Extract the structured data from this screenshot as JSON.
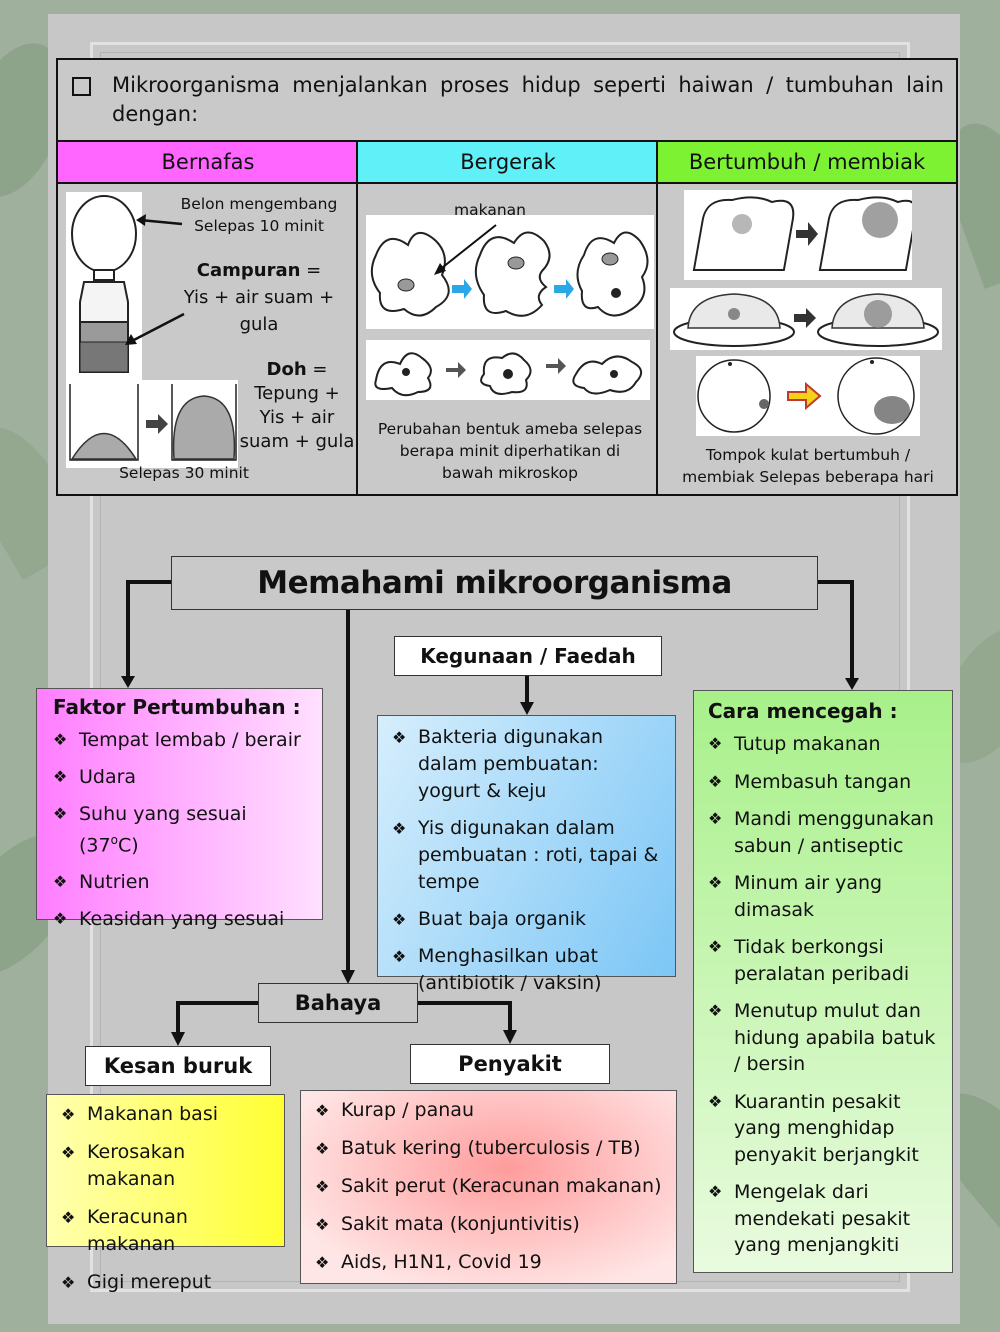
{
  "intro": {
    "text": "Mikroorganisma menjalankan proses hidup seperti haiwan / tumbuhan lain dengan:"
  },
  "columns": {
    "bernafas": {
      "header": "Bernafas",
      "color": "#ff66ff",
      "balloon_caption": "Belon mengembang\nSelepas 10 minit",
      "mixture_label": "Campuran",
      "mixture_text": "Yis + air suam +\ngula",
      "dough_label": "Doh",
      "dough_text": "Tepung +\nYis + air\nsuam + gula",
      "dough_caption": "Selepas 30 minit"
    },
    "bergerak": {
      "header": "Bergerak",
      "color": "#5ff0f8",
      "food_label": "makanan",
      "caption": "Perubahan bentuk ameba selepas\nberapa minit diperhatikan di\nbawah mikroskop"
    },
    "bertumbuh": {
      "header": "Bertumbuh / membiak",
      "color": "#7df232",
      "caption": "Tompok kulat bertumbuh /\nmembiak Selepas beberapa hari"
    }
  },
  "map": {
    "title": "Memahami mikroorganisma",
    "kegunaan": {
      "title": "Kegunaan / Faedah",
      "items": [
        "Bakteria digunakan dalam pembuatan: yogurt & keju",
        "Yis digunakan dalam pembuatan : roti, tapai & tempe",
        "Buat baja organik",
        "Menghasilkan ubat (antibiotik / vaksin)"
      ]
    },
    "faktor": {
      "title": "Faktor Pertumbuhan :",
      "items": [
        "Tempat lembab / berair",
        "Udara",
        "Suhu yang sesuai (37",
        "Nutrien",
        "Keasidan yang sesuai"
      ],
      "degree_o": "o",
      "degree_c": "C)"
    },
    "cara": {
      "title": "Cara mencegah :",
      "items": [
        "Tutup makanan",
        "Membasuh tangan",
        "Mandi menggunakan sabun / antiseptic",
        "Minum air yang dimasak",
        "Tidak berkongsi peralatan peribadi",
        "Menutup mulut dan hidung apabila batuk / bersin",
        "Kuarantin pesakit yang menghidap penyakit berjangkit",
        "Mengelak dari mendekati pesakit yang menjangkiti"
      ]
    },
    "bahaya": {
      "title": "Bahaya"
    },
    "kesan": {
      "title": "Kesan buruk",
      "items": [
        "Makanan basi",
        "Kerosakan makanan",
        "Keracunan makanan",
        "Gigi mereput"
      ]
    },
    "penyakit": {
      "title": "Penyakit",
      "items": [
        "Kurap / panau",
        "Batuk kering (tuberculosis / TB)",
        "Sakit perut (Keracunan makanan)",
        "Sakit mata (konjuntivitis)",
        "Aids, H1N1, Covid 19"
      ]
    }
  }
}
